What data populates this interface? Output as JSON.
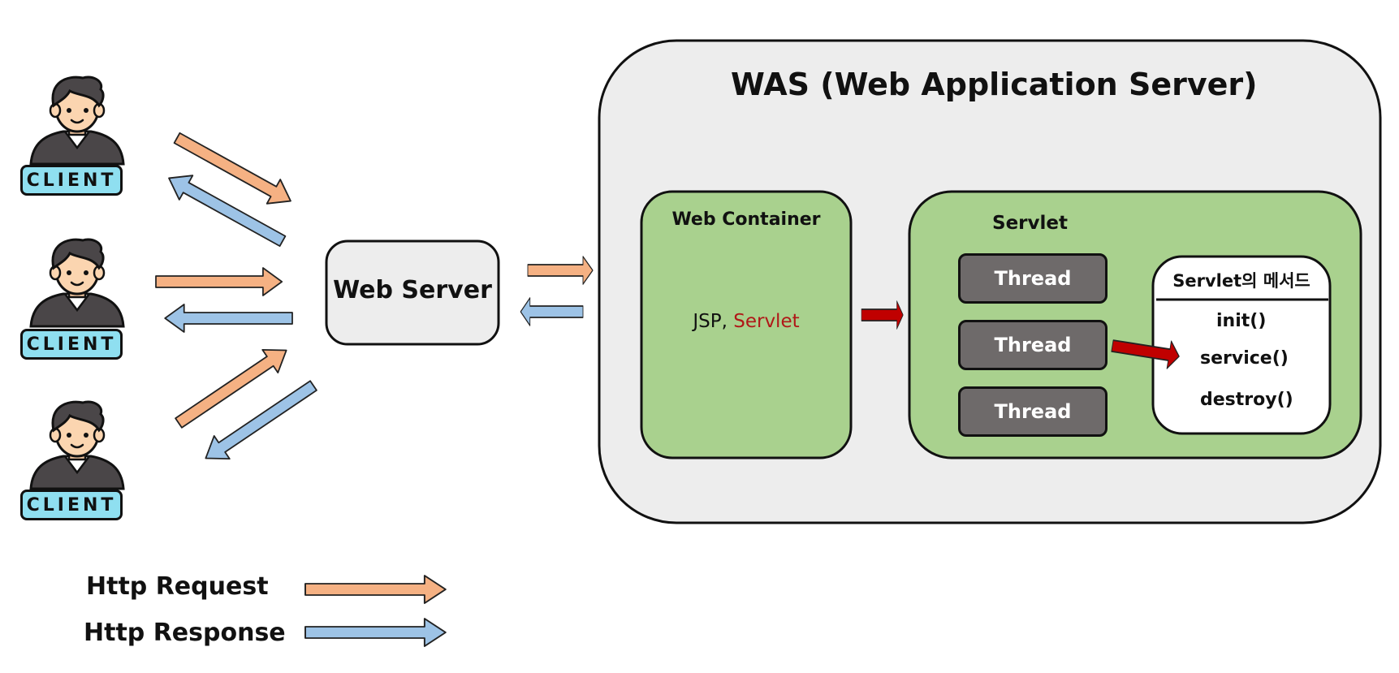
{
  "clients": [
    {
      "label": "CLIENT"
    },
    {
      "label": "CLIENT"
    },
    {
      "label": "CLIENT"
    }
  ],
  "web_server": {
    "label": "Web Server"
  },
  "was": {
    "title": "WAS (Web Application Server)",
    "web_container": {
      "title": "Web Container",
      "content_plain": "JSP, ",
      "content_highlight": "Servlet"
    },
    "servlet": {
      "title": "Servlet",
      "threads": [
        "Thread",
        "Thread",
        "Thread"
      ],
      "methods_panel": {
        "title": "Servlet의 메서드",
        "methods": [
          "init()",
          "service()",
          "destroy()"
        ]
      }
    }
  },
  "legend": {
    "request": "Http Request",
    "response": "Http Response"
  },
  "colors": {
    "request_arrow": "#f5b183",
    "response_arrow": "#9dc3e6",
    "flow_arrow": "#c00000",
    "container_green": "#a9d18e",
    "was_background": "#ededed",
    "thread_gray": "#6e6a6a",
    "client_badge": "#8fdff0",
    "highlight_text": "#b01818"
  },
  "icons": {
    "client": "person-avatar-icon",
    "request": "orange-arrow-icon",
    "response": "blue-arrow-icon",
    "flow": "red-arrow-icon"
  }
}
